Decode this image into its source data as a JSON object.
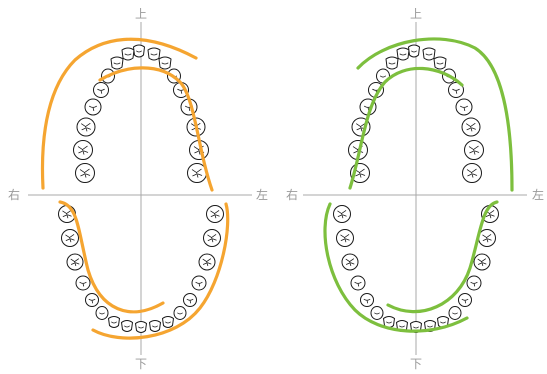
{
  "labels": {
    "top": "上",
    "bottom": "下",
    "right_side": "右",
    "left_side": "左"
  },
  "diagrams": [
    {
      "id": "left-chart",
      "color": "#F5A531"
    },
    {
      "id": "right-chart",
      "color": "#7DBF3E"
    }
  ]
}
